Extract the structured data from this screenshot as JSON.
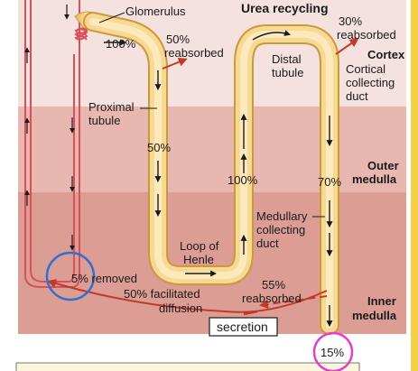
{
  "labels": {
    "glomerulus": "Glomerulus",
    "urea_recycling": "Urea recycling",
    "pct_100_top": "100%",
    "pct_50_reabsorbed": "50%",
    "reabsorbed_1": "reabsorbed",
    "distal_1": "Distal",
    "distal_2": "tubule",
    "pct_30": "30%",
    "reabsorbed_30": "reabsorbed",
    "cortex": "Cortex",
    "cortical_1": "Cortical",
    "cortical_2": "collecting",
    "cortical_3": "duct",
    "proximal_1": "Proximal",
    "proximal_2": "tubule",
    "pct_50_mid": "50%",
    "outer_1": "Outer",
    "outer_2": "medulla",
    "pct_100_mid": "100%",
    "pct_70": "70%",
    "medullary_1": "Medullary",
    "medullary_2": "collecting",
    "medullary_3": "duct",
    "loop_1": "Loop of",
    "loop_2": "Henle",
    "removed": "5% removed",
    "pct_55": "55%",
    "reabsorbed_55": "reabsorbed",
    "facilitated_1": "50% facilitated",
    "facilitated_2": "diffusion",
    "inner_1": "Inner",
    "inner_2": "medulla",
    "secretion": "secretion",
    "pct_15": "15%"
  },
  "colors": {
    "cortex_band": "#f5e1de",
    "outer_medulla_band": "#e8b7b0",
    "inner_medulla_band": "#dc9d94",
    "tubule_fill": "#f4d089",
    "tubule_edge": "#c99a3a",
    "vessel": "#d8505a",
    "arrow_red": "#c0392b",
    "highlight_blue": "#2f6fd0",
    "highlight_magenta": "#e040c8",
    "right_border": "#f3d24a"
  }
}
